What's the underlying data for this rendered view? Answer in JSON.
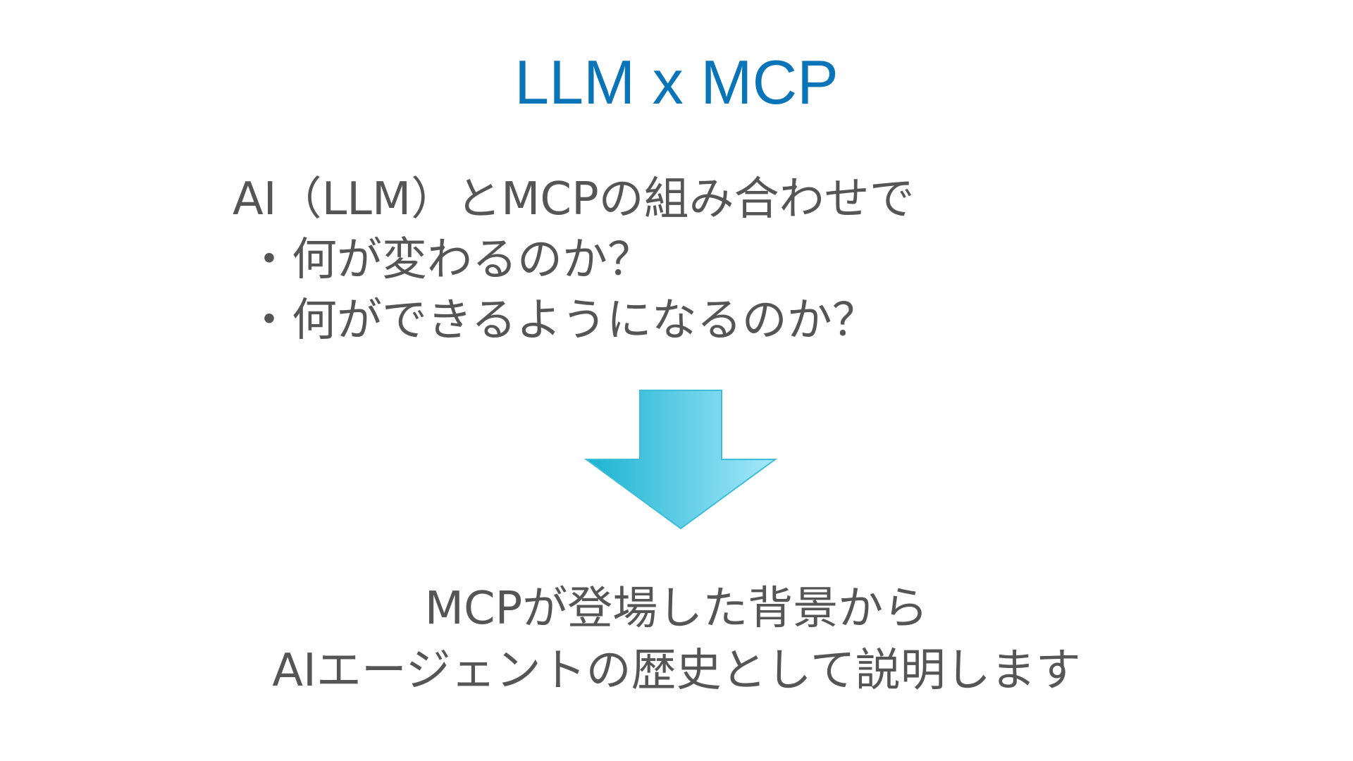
{
  "slide": {
    "title": "LLM x MCP",
    "intro": {
      "lead": "AI（LLM）とMCPの組み合わせで",
      "bullets": [
        {
          "mark": "・",
          "text": "何が変わるのか？"
        },
        {
          "mark": "・",
          "text": "何ができるようになるのか？"
        }
      ]
    },
    "arrow_icon": "down-arrow-icon",
    "conclusion": {
      "line1": "MCPが登場した背景から",
      "line2": "AIエージェントの歴史として説明します"
    },
    "colors": {
      "title": "#0a74b8",
      "body_text": "#555555",
      "arrow_gradient_start": "#1bb3d1",
      "arrow_gradient_end": "#a6e8fb"
    }
  }
}
